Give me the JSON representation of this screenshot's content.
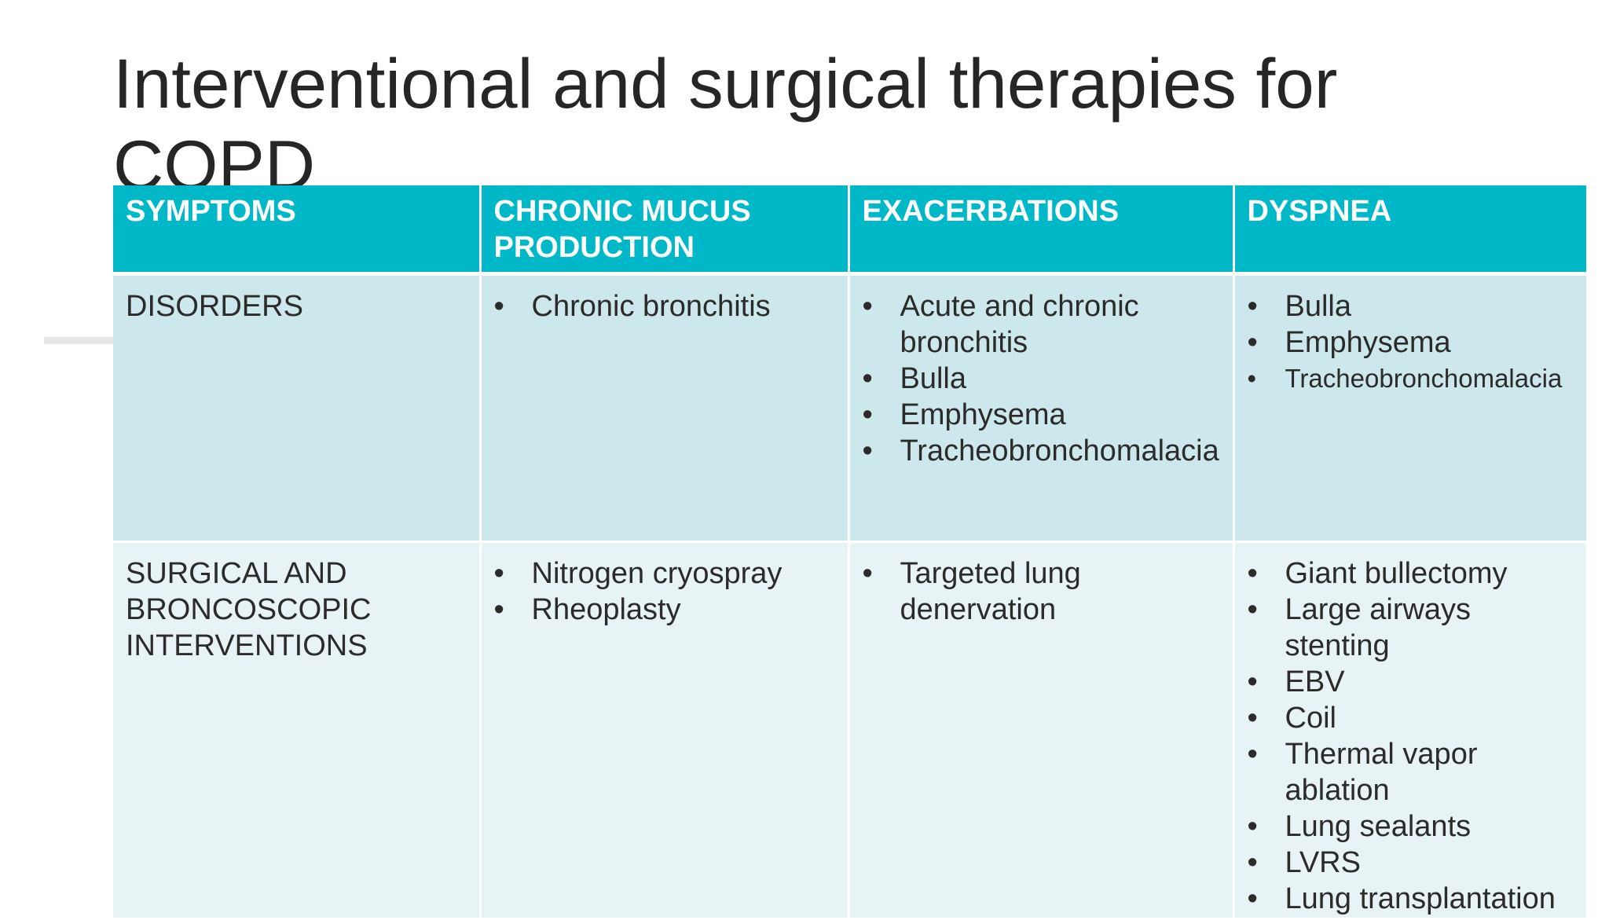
{
  "slide": {
    "title": "Interventional and surgical therapies for COPD"
  },
  "table": {
    "headers": [
      "SYMPTOMS",
      "CHRONIC MUCUS PRODUCTION",
      "EXACERBATIONS",
      "DYSPNEA"
    ],
    "rows": [
      {
        "label": "DISORDERS",
        "cells": [
          [
            "Chronic bronchitis"
          ],
          [
            "Acute and chronic bronchitis",
            "Bulla",
            "Emphysema",
            "Tracheobronchomalacia"
          ],
          [
            "Bulla",
            "Emphysema",
            "Tracheobronchomalacia"
          ]
        ]
      },
      {
        "label": "SURGICAL AND BRONCOSCOPIC INTERVENTIONS",
        "cells": [
          [
            "Nitrogen cryospray",
            "Rheoplasty"
          ],
          [
            "Targeted lung denervation"
          ],
          [
            "Giant bullectomy",
            "Large airways stenting",
            "EBV",
            "Coil",
            "Thermal vapor ablation",
            "Lung sealants",
            "LVRS",
            "Lung transplantation"
          ]
        ]
      }
    ]
  },
  "colors": {
    "header_bg": "#00b8c8",
    "row1_bg": "#cce8ec",
    "row2_bg": "#e7f3f5"
  }
}
